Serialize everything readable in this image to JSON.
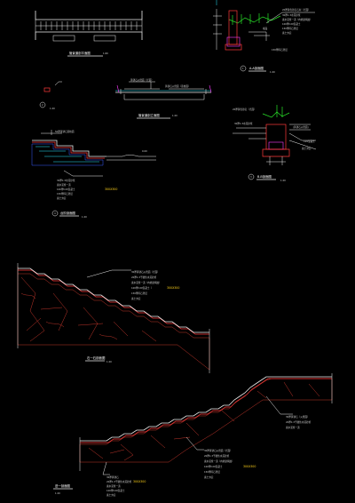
{
  "drawings": {
    "plan": {
      "title": "管景道剖平面图",
      "scale": "1:60"
    },
    "section_a": {
      "number": "1",
      "title": "A-A剖面图",
      "scale": "1:20",
      "notes": [
        "20厚黄色砂岩石材（光面）",
        "30厚1:3水泥砂浆",
        "素水泥浆一道（内掺建筑胶）",
        "100厚C20混凝土",
        "150厚碎石垫层",
        "素土夯实"
      ],
      "side_note": "成品",
      "bottom_note": "150厚碎石垫层"
    },
    "detail_small": {
      "number": "2",
      "scale": "1:20"
    },
    "elevation": {
      "title": "管景道剖立面图",
      "scale": "1:20",
      "labels": [
        "黄锈石火烧面（光面）",
        "黄锈石火烧面（荔枝面）"
      ]
    },
    "section_b": {
      "number": "3",
      "title": "B-B剖面图",
      "scale": "1:20",
      "notes": [
        "20厚黄色砂岩（光面）",
        "30厚1:3水泥砂浆",
        "C20混凝土",
        "(黄锈石火烧面)",
        "素土夯实"
      ]
    },
    "pond_section": {
      "number": "4",
      "title": "台阶剖面图",
      "scale": "1:20",
      "top_note": "50厚黄锈石荔枝面",
      "notes": [
        "30厚1:3水泥砂浆",
        "素水泥浆一道",
        "100厚C20混凝土",
        "150厚碎石垫层",
        "素土夯实"
      ],
      "level": "0.00",
      "highlight": "300X300"
    },
    "stair_one": {
      "title": "石一石剖面图",
      "scale": "1:20",
      "notes": [
        "30厚黄锈石火烧面（光面）",
        "20厚1:3干硬性水泥砂浆",
        "素水泥浆一道（内掺建筑胶）",
        "100厚C20混凝土（",
        "150厚碎石垫层",
        "素土夯实"
      ],
      "highlight": "300X300"
    },
    "stair_two": {
      "title": "进一剖面图",
      "scale": "1:20",
      "notes_right": [
        "30厚黄锈石（火烧面）",
        "20厚1:3干硬性水泥砂浆",
        "素水泥浆一道"
      ],
      "notes_mid": [
        "30厚黄锈石火烧面（光面）",
        "20厚1:3干硬性水泥砂浆",
        "素水泥浆一道（内掺建筑胶）",
        "100厚C20混凝土",
        "150厚碎石垫层",
        "素土夯实"
      ],
      "notes_left": [
        "30厚黄锈石",
        "20厚1:3干硬性水泥砂浆",
        "素水泥浆一道",
        "100厚C20混凝土",
        "素土夯实"
      ],
      "highlight": "300X300"
    }
  }
}
